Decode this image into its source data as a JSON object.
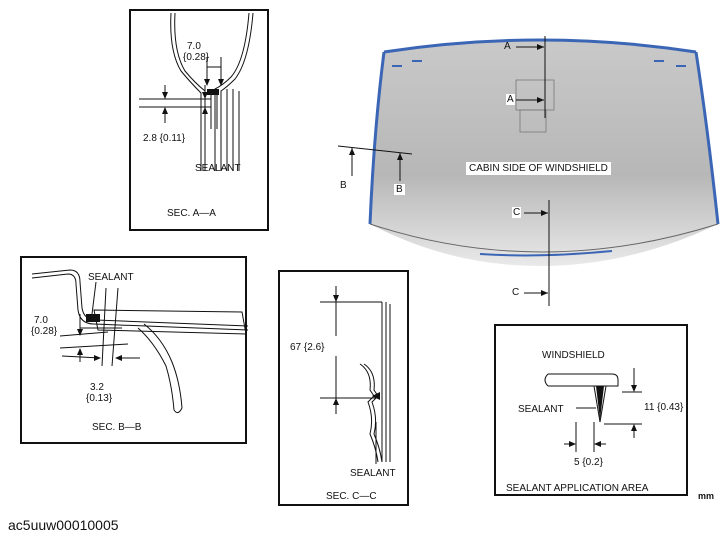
{
  "sec_a": {
    "dim_top": "7.0",
    "dim_top_sub": "{0.28}",
    "dim_left": "2.8 {0.11}",
    "sealant": "SEALANT",
    "caption": "SEC. A—A"
  },
  "sec_b": {
    "sealant": "SEALANT",
    "dim_a": "7.0",
    "dim_a_sub": "{0.28}",
    "dim_b": "3.2",
    "dim_b_sub": "{0.13}",
    "caption": "SEC. B—B"
  },
  "sec_c": {
    "dim": "67 {2.6}",
    "sealant": "SEALANT",
    "caption": "SEC. C—C"
  },
  "windshield": {
    "label": "CABIN SIDE OF WINDSHIELD",
    "mark_a_top": "A",
    "mark_a_mid": "A",
    "mark_b_left": "B",
    "mark_b_right": "B",
    "mark_c_top": "C",
    "mark_c_bottom": "C",
    "frame_color": "#3b66b5"
  },
  "sealant_area": {
    "windshield": "WINDSHIELD",
    "sealant": "SEALANT",
    "dim_h": "11 {0.43}",
    "dim_w": "5 {0.2}",
    "caption": "SEALANT APPLICATION AREA"
  },
  "unit": "mm",
  "figure_code": "ac5uuw00010005"
}
